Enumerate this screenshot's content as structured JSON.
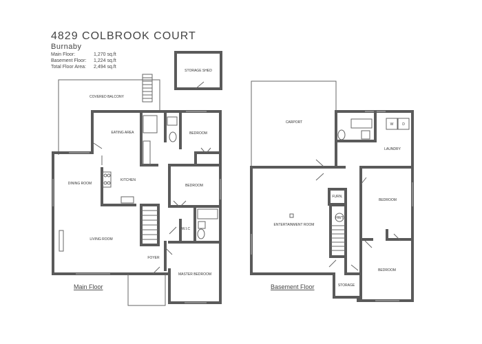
{
  "header": {
    "title": "4829 COLBROOK COURT",
    "subtitle": "Burnaby",
    "areas": [
      {
        "label": "Main Floor:",
        "value": "1,270 sq.ft"
      },
      {
        "label": "Basement Floor:",
        "value": "1,224 sq.ft"
      },
      {
        "label": "Total Floor Area:",
        "value": "2,494 sq.ft"
      }
    ]
  },
  "main_floor": {
    "label": "Main Floor",
    "rooms": {
      "storage_shed": "STORAGE SHED",
      "covered_balcony": "COVERED BALCONY",
      "eating_area": "EATING AREA",
      "bedroom1": "BEDROOM",
      "dining_room": "DINING ROOM",
      "kitchen": "KITCHEN",
      "bedroom2": "BEDROOM",
      "wic": "W.I.C",
      "living_room": "LIVING ROOM",
      "foyer": "FOYER",
      "master_bedroom": "MASTER BEDROOM"
    }
  },
  "basement_floor": {
    "label": "Basement Floor",
    "rooms": {
      "carport": "CARPORT",
      "laundry": "LAUNDRY",
      "washer": "W",
      "dryer": "D",
      "bedroom1": "BEDROOM",
      "furn": "FURN.",
      "hwt": "HWT",
      "entertainment_room": "ENTERTAINMENT ROOM",
      "storage": "STORAGE",
      "bedroom2": "BEDROOM"
    }
  }
}
